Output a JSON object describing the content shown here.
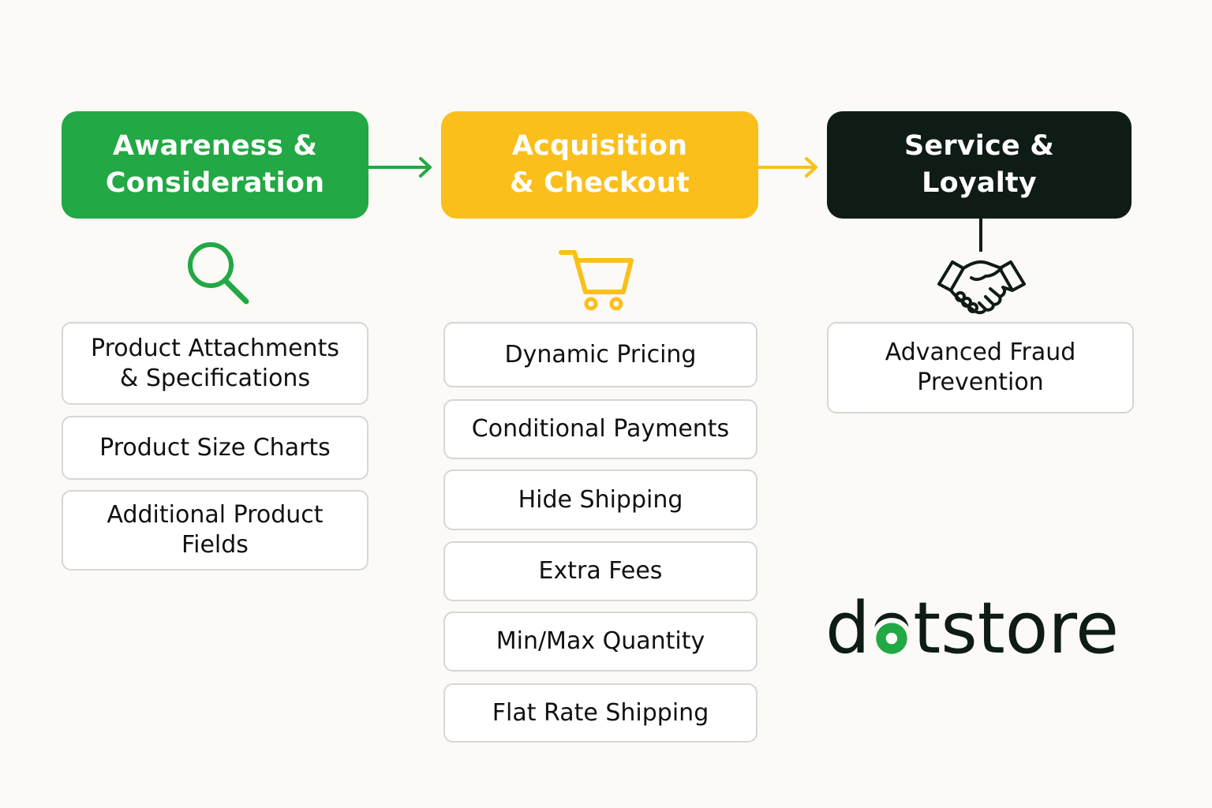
{
  "stages": [
    {
      "title": "Awareness &\nConsideration",
      "color": "#22a844",
      "icon": "search-icon",
      "items": [
        "Product Attachments\n& Specifications",
        "Product Size Charts",
        "Additional Product\nFields"
      ]
    },
    {
      "title": "Acquisition\n& Checkout",
      "color": "#fbbf1c",
      "icon": "cart-icon",
      "items": [
        "Dynamic Pricing",
        "Conditional Payments",
        "Hide Shipping",
        "Extra Fees",
        "Min/Max Quantity",
        "Flat Rate Shipping"
      ]
    },
    {
      "title": "Service &\nLoyalty",
      "color": "#0f1b15",
      "icon": "handshake-icon",
      "items": [
        "Advanced Fraud\nPrevention"
      ]
    }
  ],
  "logo": {
    "text": "dotstore",
    "text_color": "#0f1b15",
    "dot_color": "#22a844"
  }
}
